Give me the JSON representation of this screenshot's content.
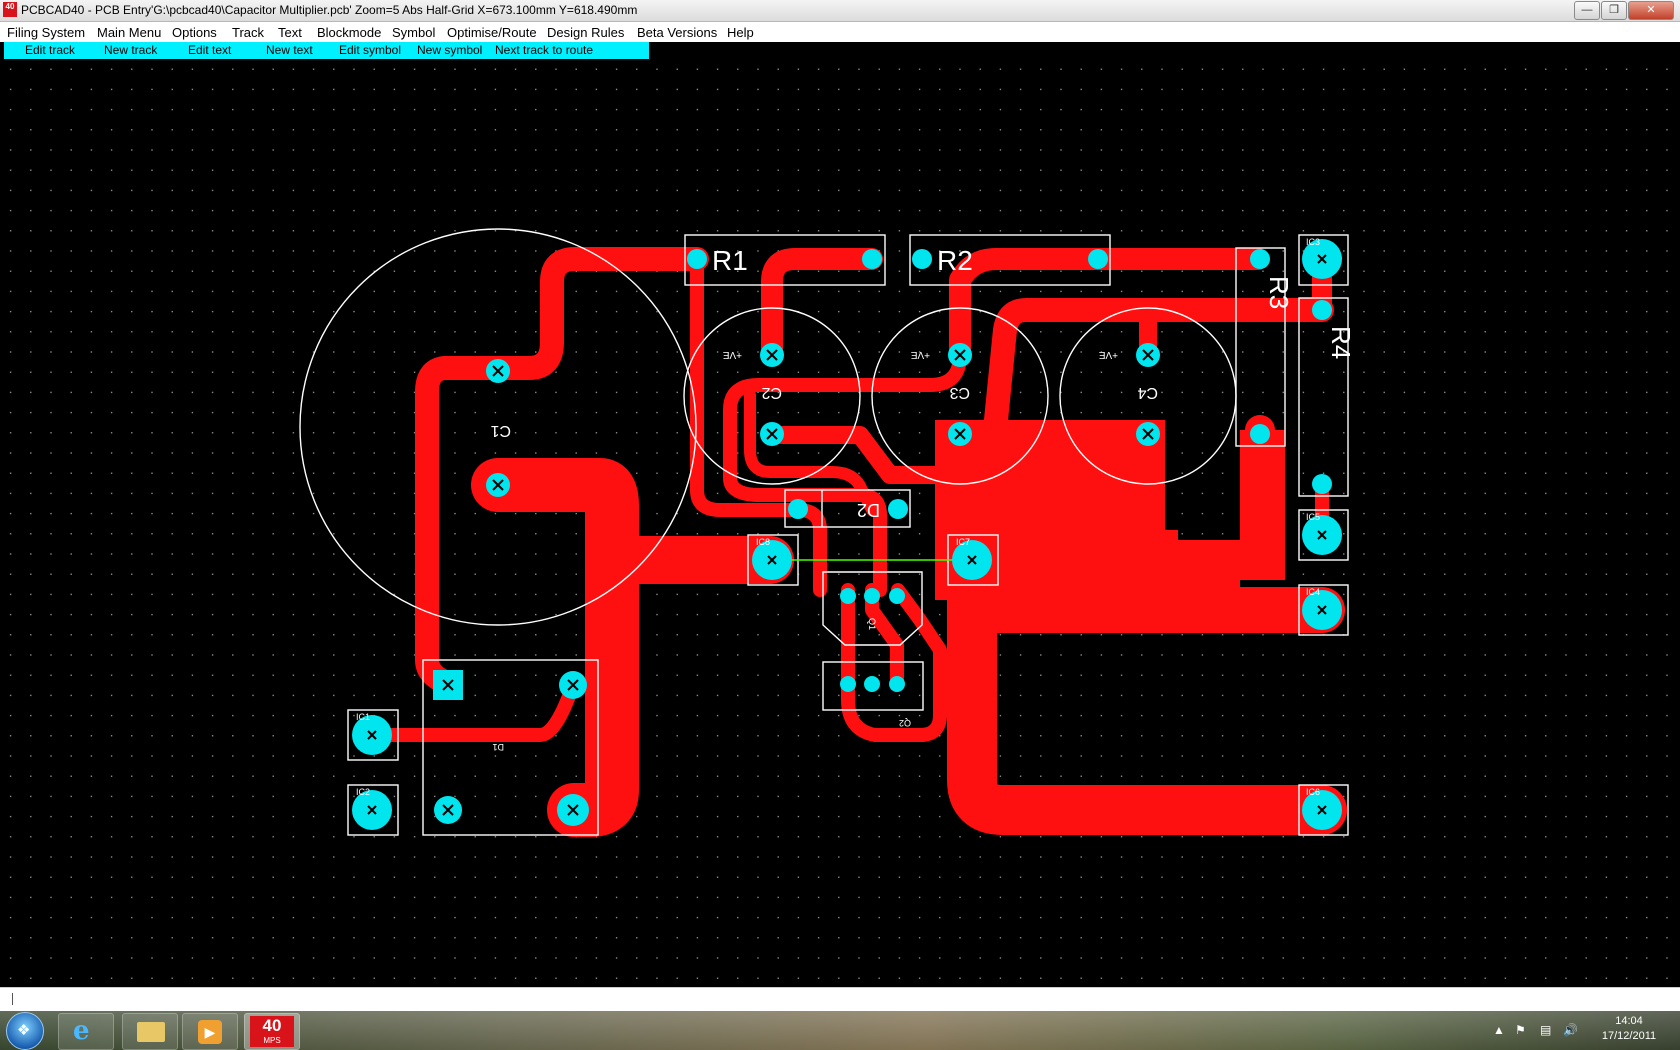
{
  "window": {
    "app_icon_text": "40",
    "title": "PCBCAD40 - PCB Entry'G:\\pcbcad40\\Capacitor Multiplier.pcb' Zoom=5 Abs Half-Grid X=673.100mm Y=618.490mm"
  },
  "menu": {
    "items": [
      "Filing System",
      "Main Menu",
      "Options",
      "Track",
      "Text",
      "Blockmode",
      "Symbol",
      "Optimise/Route",
      "Design Rules",
      "Beta Versions",
      "Help"
    ]
  },
  "toolbar": {
    "items": [
      "Edit track",
      "New track",
      "Edit text",
      "New text",
      "Edit symbol",
      "New symbol",
      "Next track to route"
    ]
  },
  "pcb": {
    "colors": {
      "background": "#000000",
      "track": "#ff1010",
      "pad": "#00e5ee",
      "silkscreen": "#ffffff",
      "ratsnest": "#44ff00",
      "grid": "#bbbbbb"
    },
    "labels": {
      "r1": "R1",
      "r2": "R2",
      "r3": "R3",
      "r4": "R4",
      "c1": "C1",
      "c2": "C2",
      "c3": "C3",
      "c4": "C4",
      "d1": "D1",
      "d2": "D2",
      "q1": "Q1",
      "q2": "Q2",
      "plus_ve": "+VE",
      "ic1": "IC1",
      "ic2": "IC2",
      "ic3": "IC3",
      "ic4": "IC4",
      "ic5": "IC5",
      "ic6": "IC6",
      "ic7": "IC7",
      "ic8": "IC8"
    }
  },
  "taskbar": {
    "pcbcad_label": "40",
    "pcbcad_sublabel": "MPS",
    "time": "14:04",
    "date": "17/12/2011"
  }
}
